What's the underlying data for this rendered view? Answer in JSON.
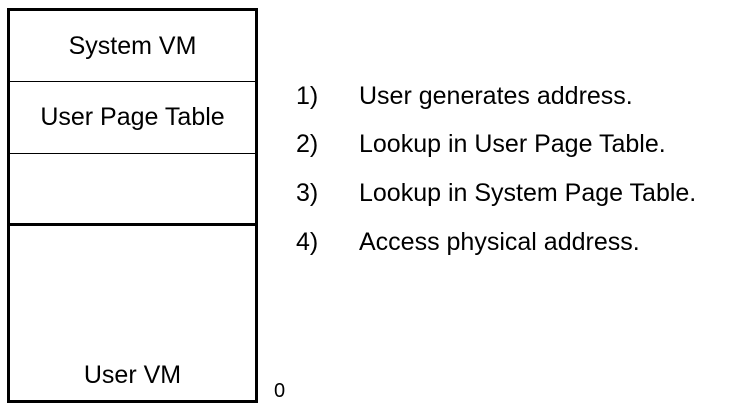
{
  "memory_layout": {
    "regions": [
      {
        "label": "System VM"
      },
      {
        "label": "User Page Table"
      },
      {
        "label": ""
      },
      {
        "label": "User VM"
      }
    ],
    "base_address": "0"
  },
  "steps": [
    {
      "number": "1)",
      "text": "User generates address."
    },
    {
      "number": "2)",
      "text": "Lookup in User Page Table."
    },
    {
      "number": "3)",
      "text": "Lookup in System Page Table."
    },
    {
      "number": "4)",
      "text": "Access physical address."
    }
  ]
}
